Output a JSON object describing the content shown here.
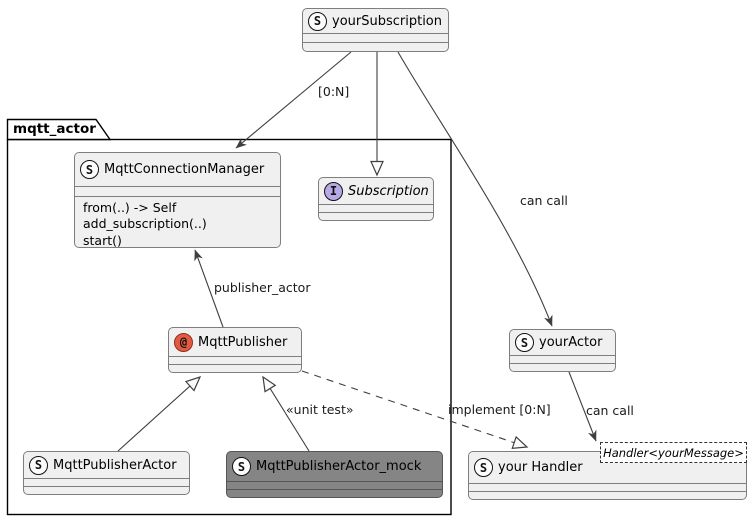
{
  "package": {
    "label": "mqtt_actor"
  },
  "nodes": {
    "your_subscription": {
      "spot": "S",
      "name": "yourSubscription"
    },
    "mqtt_connection_manager": {
      "spot": "S",
      "name": "MqttConnectionManager",
      "methods": [
        "from(..) -> Self",
        "add_subscription(..)",
        "start()"
      ]
    },
    "subscription": {
      "spot": "I",
      "name": "Subscription"
    },
    "mqtt_publisher": {
      "spot": "@",
      "name": "MqttPublisher"
    },
    "your_actor": {
      "spot": "S",
      "name": "yourActor"
    },
    "mqtt_publisher_actor": {
      "spot": "S",
      "name": "MqttPublisherActor"
    },
    "mqtt_publisher_actor_mock": {
      "spot": "S",
      "name": "MqttPublisherActor_mock"
    },
    "your_handler": {
      "spot": "S",
      "name": "your Handler",
      "generic": "Handler<yourMessage>"
    }
  },
  "edge_labels": {
    "multiplicity": "[0:N]",
    "can_call_subscription": "can call",
    "publisher_actor": "publisher_actor",
    "unit_test": "«unit test»",
    "implement": "implement [0:N]",
    "can_call_actor": "can call"
  },
  "colors": {
    "node_fill": "#f0f0f0",
    "node_border": "#7e7e7e",
    "mock_fill": "#858585",
    "interface_spot": "#b7a8e6",
    "annotation_spot": "#e25a41",
    "edge_stroke": "#3f3f3f"
  }
}
